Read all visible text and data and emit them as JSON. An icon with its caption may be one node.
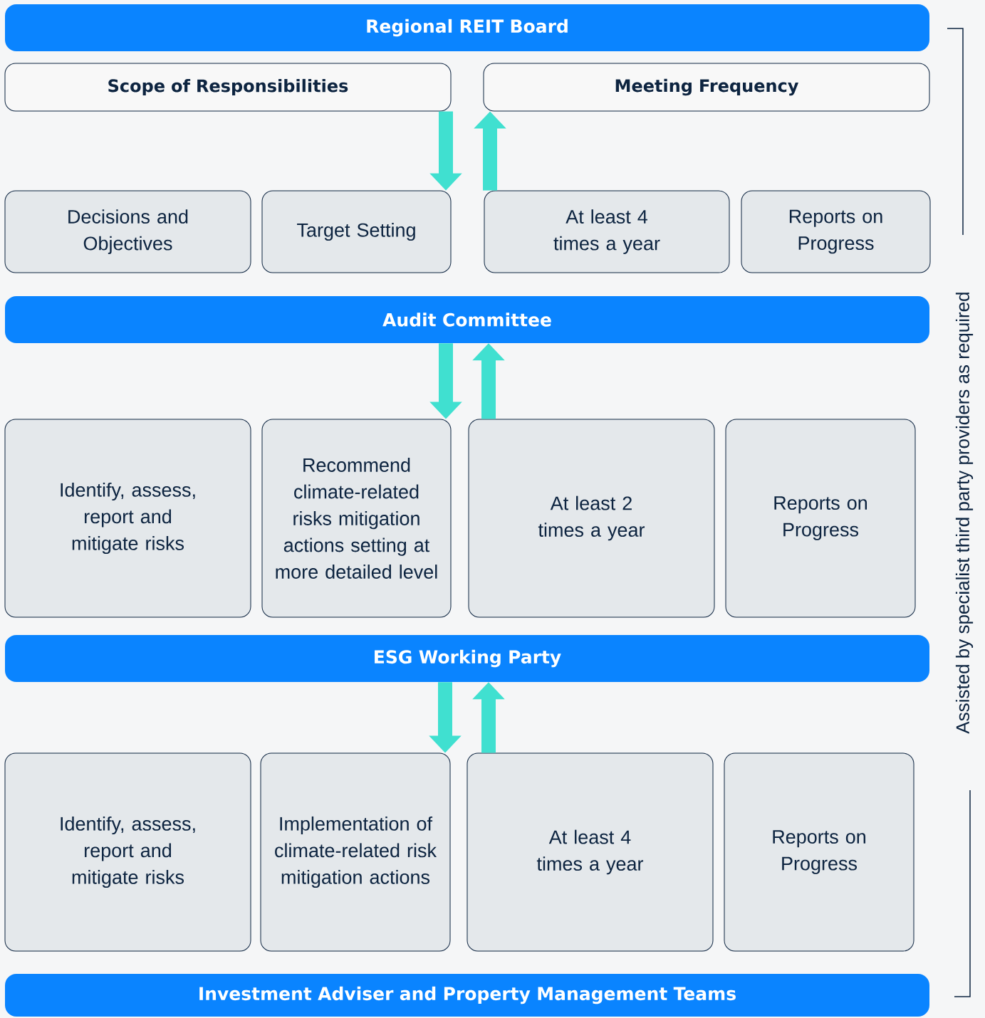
{
  "diagram": {
    "nodes": [
      {
        "text": [
          "Regional REIT Board"
        ]
      },
      {
        "text": [
          "Scope of Responsibilities"
        ]
      },
      {
        "text": [
          "Meeting Frequency"
        ]
      },
      {
        "text": [
          "Decisions and Objectives"
        ]
      },
      {
        "text": [
          "Target Setting"
        ]
      },
      {
        "text": [
          "At least 4 times a year"
        ]
      },
      {
        "text": [
          "Reports on Progress"
        ]
      },
      {
        "text": [
          "Audit Committee"
        ]
      },
      {
        "text": [
          "Identify, assess, report and mitigate risks"
        ]
      },
      {
        "text": [
          "Recommend climate-related risks mitigation actions setting at more detailed level"
        ]
      },
      {
        "text": [
          "At least 2 times a year"
        ]
      },
      {
        "text": [
          "Reports on Progress"
        ]
      },
      {
        "text": [
          "ESG Working Party"
        ]
      },
      {
        "text": [
          "Identify, assess, report and mitigate risks"
        ]
      },
      {
        "text": [
          "Implementation of climate-related risk mitigation actions"
        ]
      },
      {
        "text": [
          "At least 4 times a year"
        ]
      },
      {
        "text": [
          "Reports on Progress"
        ]
      },
      {
        "text": [
          "Investment Adviser and Property Management Teams"
        ]
      }
    ],
    "edges": [
      {
        "from": 1,
        "to": 4,
        "arrow": "to"
      },
      {
        "from": 5,
        "to": 2,
        "arrow": "to"
      },
      {
        "from": 7,
        "to": 9,
        "arrow": "to"
      },
      {
        "from": 10,
        "to": 7,
        "arrow": "to"
      },
      {
        "from": 12,
        "to": 14,
        "arrow": "to"
      },
      {
        "from": 15,
        "to": 12,
        "arrow": "to"
      }
    ],
    "labels": [
      "Assisted by specialist third party providers as required"
    ]
  }
}
